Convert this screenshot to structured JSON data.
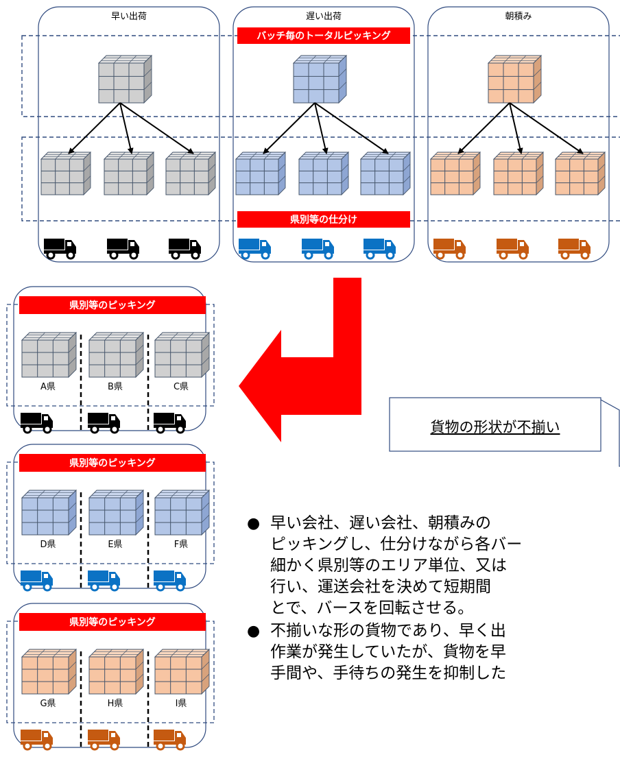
{
  "columns": [
    {
      "title": "早い出荷",
      "color": "black"
    },
    {
      "title": "遅い出荷",
      "color": "blue"
    },
    {
      "title": "朝積み",
      "color": "orange"
    }
  ],
  "labels": {
    "batch_picking": "バッチ毎のトータルピッキング",
    "sorting": "県別等の仕分け",
    "pref_picking": "県別等のピッキング"
  },
  "groups": [
    {
      "color": "gray",
      "truck": "black",
      "prefectures": [
        "A県",
        "B県",
        "C県"
      ]
    },
    {
      "color": "blue",
      "truck": "blue",
      "prefectures": [
        "D県",
        "E県",
        "F県"
      ]
    },
    {
      "color": "orange",
      "truck": "orange",
      "prefectures": [
        "G県",
        "H県",
        "I県"
      ]
    }
  ],
  "callout": "貨物の形状が不揃い",
  "bullets": [
    {
      "lines": [
        "早い会社、遅い会社、朝積みの",
        "ピッキングし、仕分けながら各バー",
        "細かく県別等のエリア単位、又は",
        "行い、運送会社を決めて短期間",
        "とで、バースを回転させる。"
      ]
    },
    {
      "lines": [
        "不揃いな形の貨物であり、早く出",
        "作業が発生していたが、貨物を早",
        "手間や、手待ちの発生を抑制した"
      ]
    }
  ],
  "palette": {
    "gray": {
      "front": "#d0d0d0",
      "top": "#e2e2e2",
      "side": "#a8a8a8"
    },
    "blue": {
      "front": "#b3c6e7",
      "top": "#cdd9f0",
      "side": "#8ea6d3"
    },
    "orange": {
      "front": "#f7c5a3",
      "top": "#fad8bf",
      "side": "#d8a27c"
    },
    "truck_black": "#000000",
    "truck_blue": "#0b72c4",
    "truck_orange": "#c55a11",
    "label_red": "#ff0000",
    "frame_blue": "#2f4a7f",
    "arrow_red": "#ff0000"
  }
}
